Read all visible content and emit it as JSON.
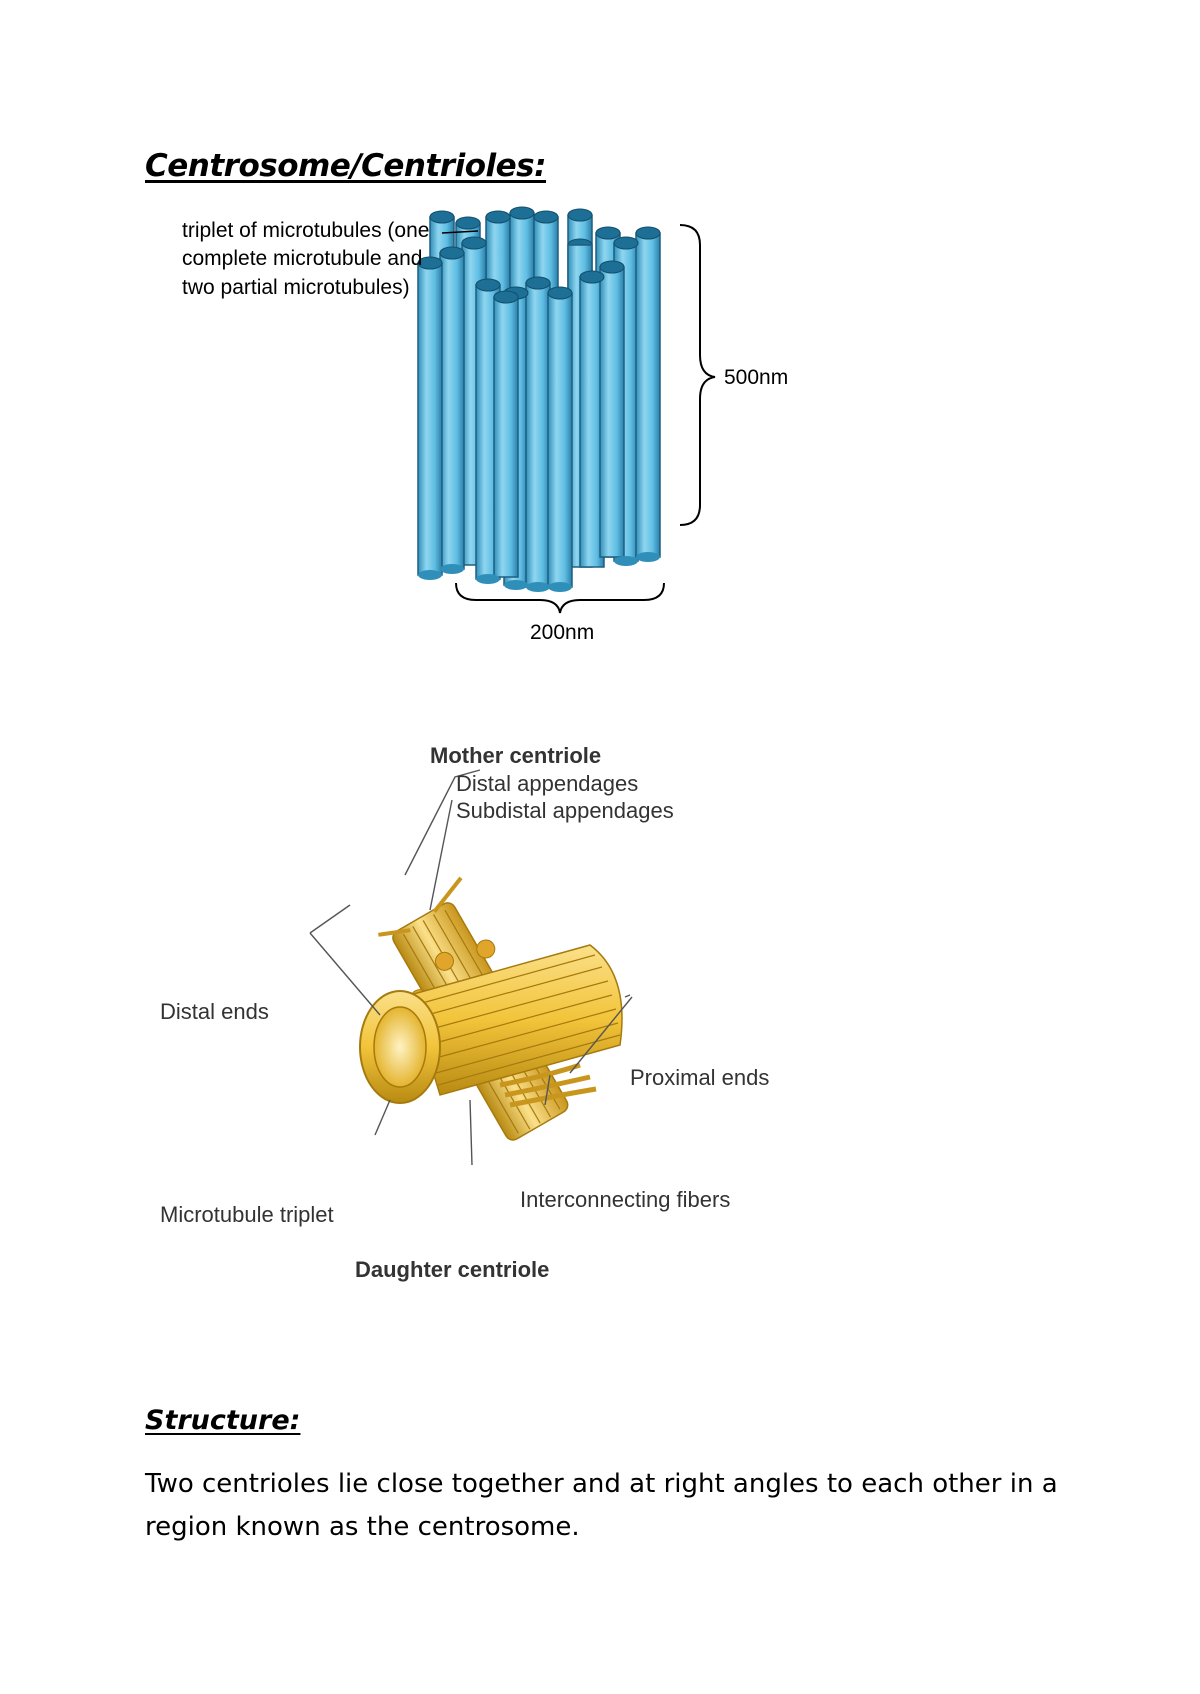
{
  "page": {
    "title": "Centrosome/Centrioles:"
  },
  "figure1": {
    "label_triplet_line1": "triplet of microtubules (one",
    "label_triplet_line2": "complete microtubule and",
    "label_triplet_line3": "two partial microtubules)",
    "label_height": "500nm",
    "label_width": "200nm",
    "colors": {
      "tube": "#6bc6e8",
      "tube_dark": "#1e6f95",
      "tube_light": "#b8e6f7"
    }
  },
  "figure2": {
    "label_mother": "Mother centriole",
    "label_distal_app": "Distal appendages",
    "label_subdistal_app": "Subdistal appendages",
    "label_distal_ends": "Distal ends",
    "label_proximal_ends": "Proximal ends",
    "label_microtubule_triplet": "Microtubule triplet",
    "label_interconnecting": "Interconnecting fibers",
    "label_daughter": "Daughter centriole",
    "colors": {
      "tube": "#f2c43a",
      "tube_dark": "#b88a12",
      "tube_light": "#fbe08a"
    }
  },
  "structure": {
    "heading": "Structure:",
    "paragraph": "Two centrioles lie close together and at right angles to each other in a region known as the centrosome."
  }
}
